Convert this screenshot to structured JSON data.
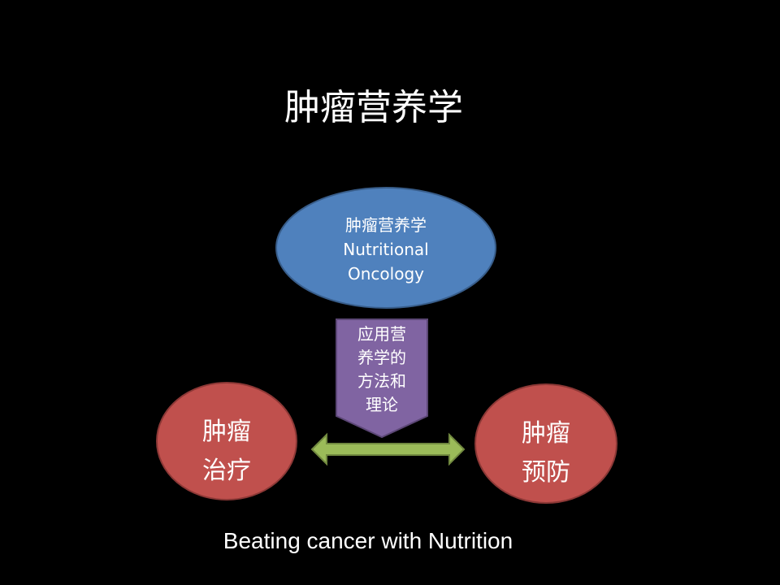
{
  "title": "肿瘤营养学",
  "center_node": {
    "line1": "肿瘤营养学",
    "line2": "Nutritional",
    "line3": "Oncology"
  },
  "method_node": {
    "line1": "应用营",
    "line2": "养学的",
    "line3": "方法和",
    "line4": "理论"
  },
  "left_node": {
    "line1": "肿瘤",
    "line2": "治疗"
  },
  "right_node": {
    "line1": "肿瘤",
    "line2": "预防"
  },
  "footer": "Beating cancer with Nutrition",
  "colors": {
    "blue": "#4f81bd",
    "purple": "#8064a2",
    "red": "#c0504d",
    "green": "#9bbb59"
  }
}
